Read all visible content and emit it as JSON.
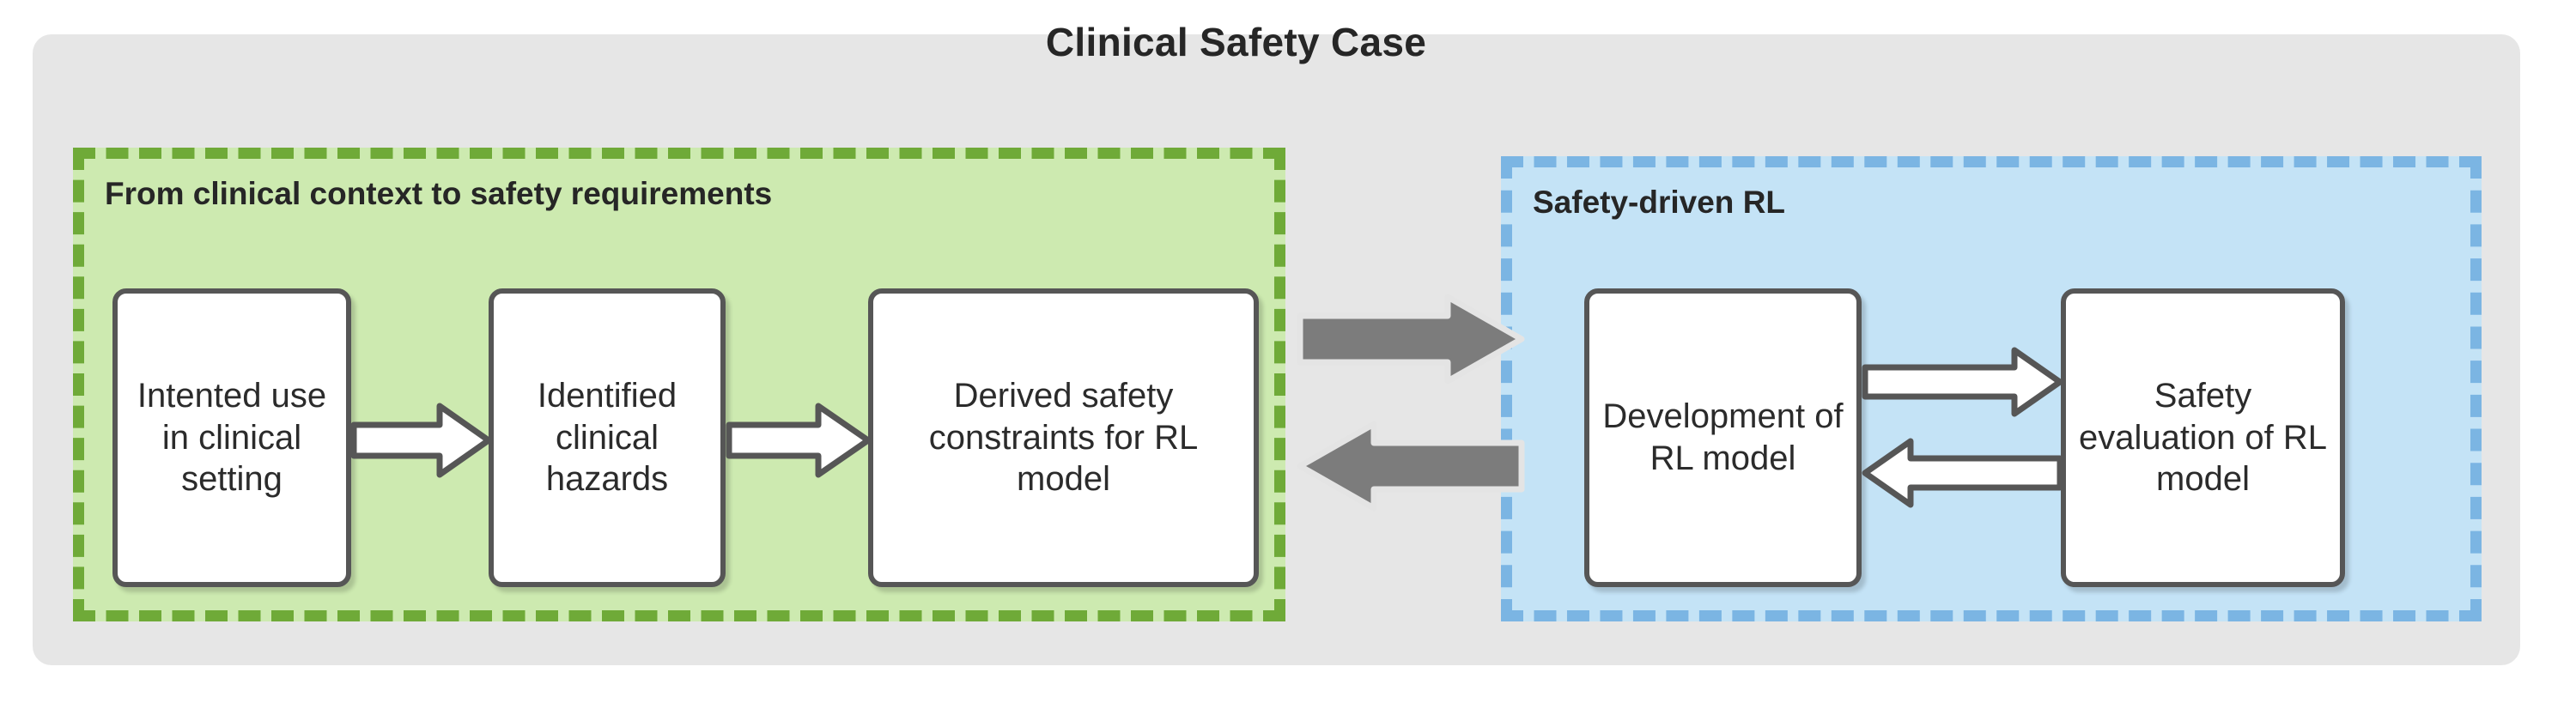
{
  "diagram": {
    "title": "Clinical Safety Case",
    "background_color": "#e6e6e6",
    "panels": [
      {
        "id": "left",
        "title": "From clinical context to safety requirements",
        "fill_color": "#cdeab0",
        "border_color": "#6faa38",
        "border_style": "dashed",
        "boxes": [
          {
            "id": "intended-use",
            "label": "Intented use in clinical setting"
          },
          {
            "id": "identified-hazards",
            "label": "Identified clinical hazards"
          },
          {
            "id": "safety-constraints",
            "label": "Derived safety constraints for RL model"
          }
        ],
        "internal_arrows": [
          {
            "id": "intended-to-hazards",
            "direction": "right",
            "style": "white-outline"
          },
          {
            "id": "hazards-to-constraints",
            "direction": "right",
            "style": "white-outline"
          }
        ]
      },
      {
        "id": "right",
        "title": "Safety-driven RL",
        "fill_color": "#c4e3f6",
        "border_color": "#7bb5e3",
        "border_style": "dashed",
        "boxes": [
          {
            "id": "rl-development",
            "label": "Development of RL model"
          },
          {
            "id": "rl-evaluation",
            "label": "Safety evaluation of RL model"
          }
        ],
        "internal_arrows": [
          {
            "id": "development-to-evaluation",
            "direction": "right",
            "style": "white-outline"
          },
          {
            "id": "evaluation-to-development",
            "direction": "left",
            "style": "white-outline"
          }
        ]
      }
    ],
    "between_panel_arrows": [
      {
        "id": "left-to-right",
        "direction": "right",
        "style": "solid-grey",
        "color": "#7c7c7c"
      },
      {
        "id": "right-to-left",
        "direction": "left",
        "style": "solid-grey",
        "color": "#7c7c7c"
      }
    ],
    "box_style": {
      "fill_color": "#ffffff",
      "border_color": "#565656",
      "text_color": "#2b2b2b"
    }
  }
}
